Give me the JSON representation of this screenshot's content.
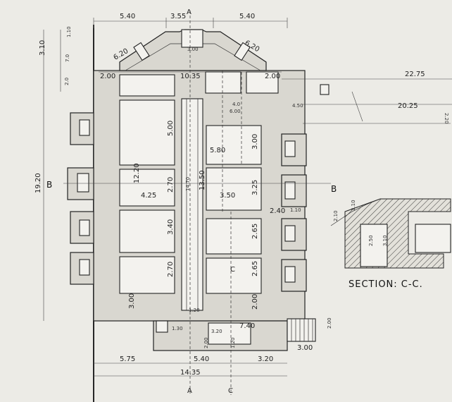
{
  "section_title": "SECTION: C-C.",
  "section_marks": {
    "a_top": "A",
    "a_bottom": "A",
    "b_left": "B",
    "b_right": "B",
    "c_mid": "C",
    "c_bottom": "C"
  },
  "dimensions": {
    "top_left": "5.40",
    "top_mid": "3.55",
    "top_right": "5.40",
    "roof_left": "6.20",
    "roof_right": "6.20",
    "roof_top": "3.00",
    "left_wing_l": "2.00",
    "center_top": "10.35",
    "right_wing_r": "2.00",
    "far_right_outer": "22.75",
    "far_right_inner": "20.25",
    "far_right_small": "4.50",
    "far_right_v": "2.20",
    "overall_height": "19.20",
    "left_3_10": "3.10",
    "left_110": "1.10",
    "left_70": "7.0",
    "left_20": "2.0",
    "room_len": "12.20",
    "room_w": "4.25",
    "room_a": "2.70",
    "room_b": "3.40",
    "room_c": "2.70",
    "room_top_v": "5.00",
    "center_13_50": "13.50",
    "center_14_70": "14.70",
    "right_w": "5.80",
    "right_mid": "3.50",
    "right_a": "3.00",
    "right_b": "3.25",
    "right_c": "2.65",
    "right_d": "2.65",
    "right_e": "2.00",
    "dim_6_00": "6.00",
    "dim_4_0": "4.0",
    "dim_2_40": "2.40",
    "dim_1_10": "1.10",
    "dim_2_10": "2.10",
    "bottom_3_00": "3.00",
    "bottom_1_20": "1.20",
    "bottom_1_30": "1.30",
    "bottom_3_20": "3.20",
    "bottom_7_40": "7.40",
    "bottom_2_00": "2.00",
    "bottom_1_20b": "1.20",
    "bottom_5_75": "5.75",
    "bottom_5_40": "5.40",
    "bottom_3_20b": "3.20",
    "bottom_14_35": "14.35",
    "bottom_3_00b": "3.00",
    "stair_2_00": "2.00",
    "sec_2_10": "2.10",
    "sec_2_50": "2.50",
    "sec_3_10": "3.10"
  }
}
